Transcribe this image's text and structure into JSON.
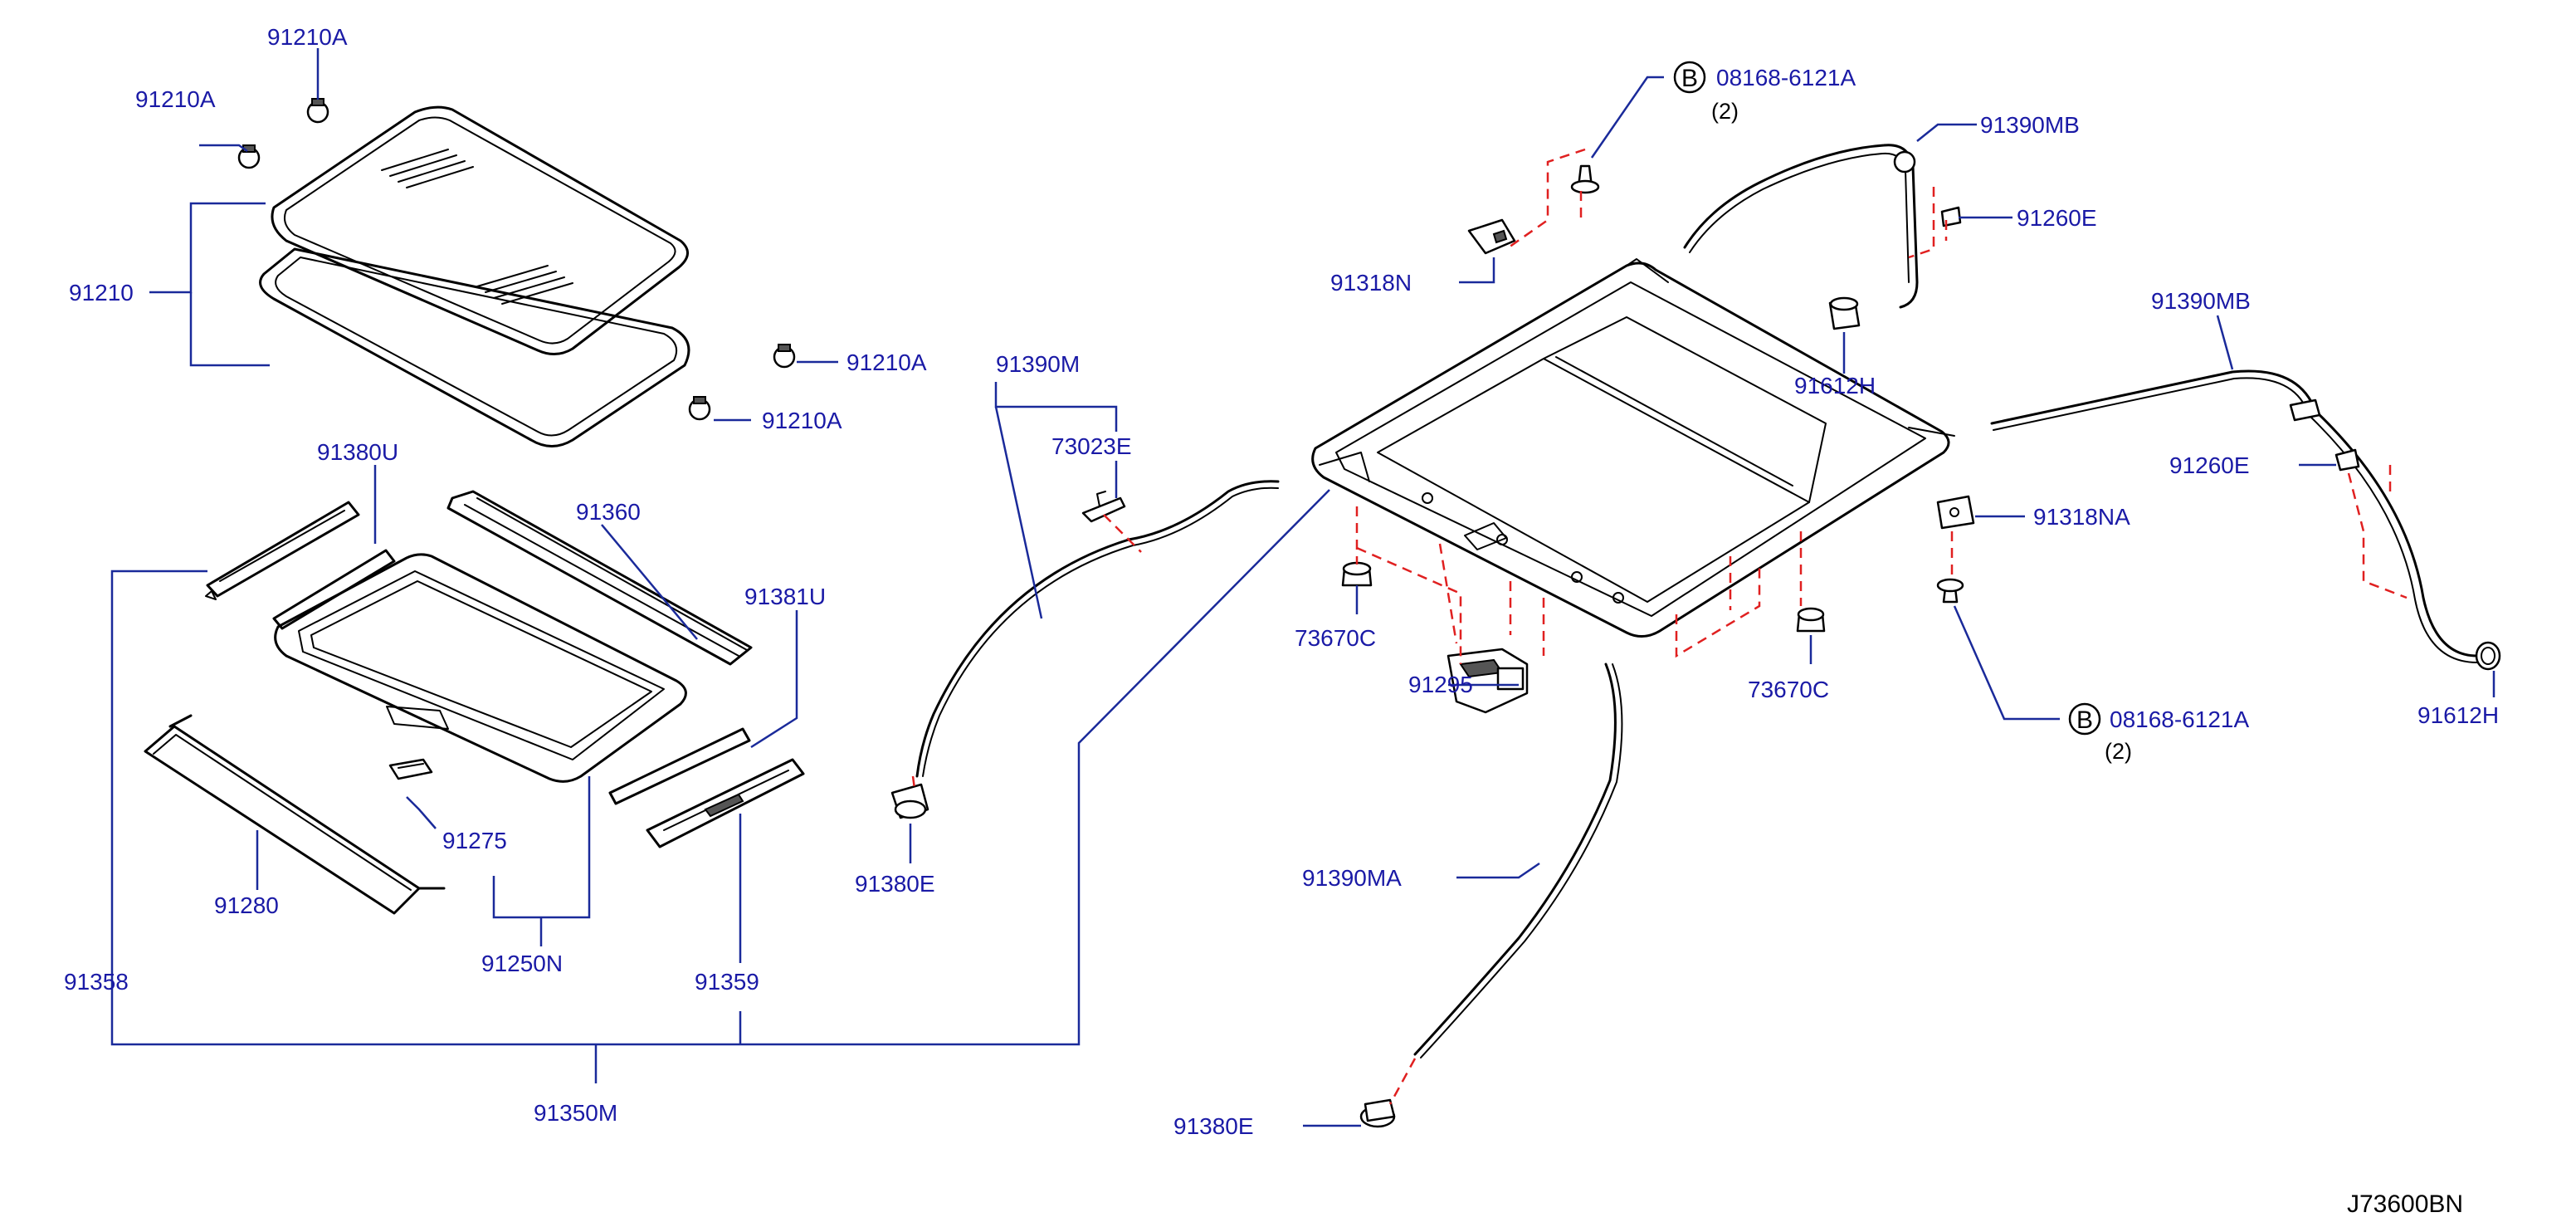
{
  "diagram": {
    "reference_code": "J73600BN",
    "bolt_symbol": "B",
    "labels": {
      "l_91210A_top": "91210A",
      "l_91210A_left": "91210A",
      "l_91210": "91210",
      "l_91210A_mid": "91210A",
      "l_91210A_low": "91210A",
      "l_91380U": "91380U",
      "l_91360": "91360",
      "l_91381U": "91381U",
      "l_91275": "91275",
      "l_91280": "91280",
      "l_91250N": "91250N",
      "l_91358": "91358",
      "l_91359": "91359",
      "l_91350M": "91350M",
      "l_91390M": "91390M",
      "l_73023E": "73023E",
      "l_91380E_left": "91380E",
      "l_91318N": "91318N",
      "l_08168_top": "08168-6121A",
      "l_qty_top": "(2)",
      "l_91390MB_top": "91390MB",
      "l_91260E_top": "91260E",
      "l_91612H_mid": "91612H",
      "l_73670C_left": "73670C",
      "l_91295": "91295",
      "l_73670C_right": "73670C",
      "l_91390MA": "91390MA",
      "l_91380E_bottom": "91380E",
      "l_91390MB_right": "91390MB",
      "l_91260E_right": "91260E",
      "l_91318NA": "91318NA",
      "l_08168_bottom": "08168-6121A",
      "l_qty_bottom": "(2)",
      "l_91612H_right": "91612H"
    }
  }
}
